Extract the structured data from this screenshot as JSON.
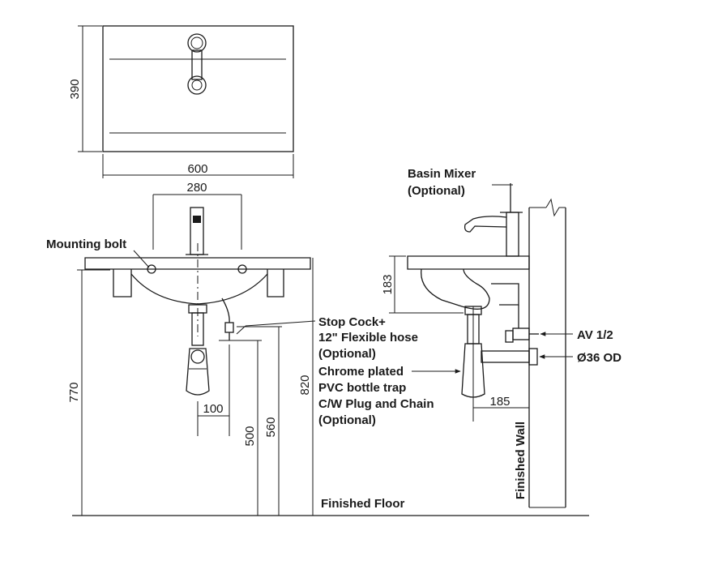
{
  "dimensions": {
    "top_depth": "390",
    "top_width": "600",
    "mixer_spacing": "280",
    "bottle_trap_offset": "100",
    "stop_cock_height": "500",
    "waste_height": "560",
    "basin_rim_height": "770",
    "overall_height": "820",
    "basin_depth": "183",
    "waste_projection": "185"
  },
  "labels": {
    "mounting_bolt": "Mounting bolt",
    "stop_cock": [
      "Stop Cock+",
      "12\" Flexible hose",
      "(Optional)"
    ],
    "bottle_trap": [
      "Chrome plated",
      "PVC bottle trap",
      "C/W Plug and Chain",
      "(Optional)"
    ],
    "basin_mixer": [
      "Basin Mixer",
      "(Optional)"
    ],
    "angle_valve": "AV 1/2",
    "waste_od": "Ø36 OD",
    "finished_floor": "Finished Floor",
    "finished_wall": "Finished Wall"
  }
}
